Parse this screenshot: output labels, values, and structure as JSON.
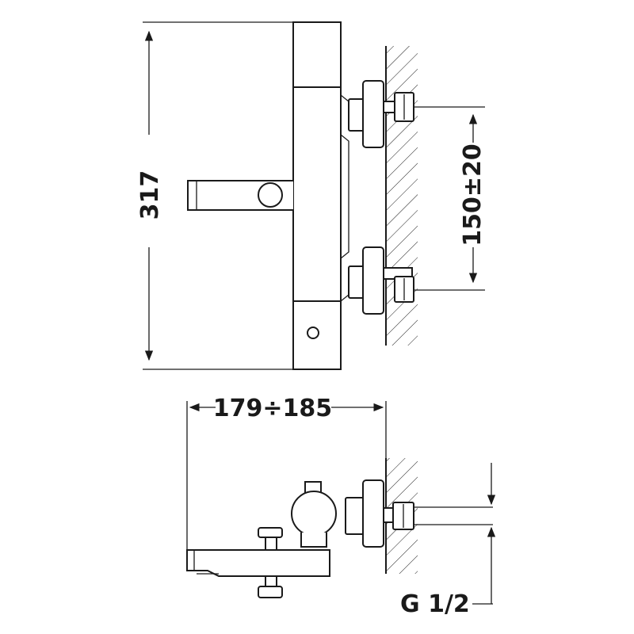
{
  "dimensions": {
    "height": "317",
    "inlet_spacing": "150±20",
    "depth": "179÷185",
    "connection": "G 1/2"
  },
  "colors": {
    "ink": "#1a1a1a",
    "background": "#ffffff"
  }
}
